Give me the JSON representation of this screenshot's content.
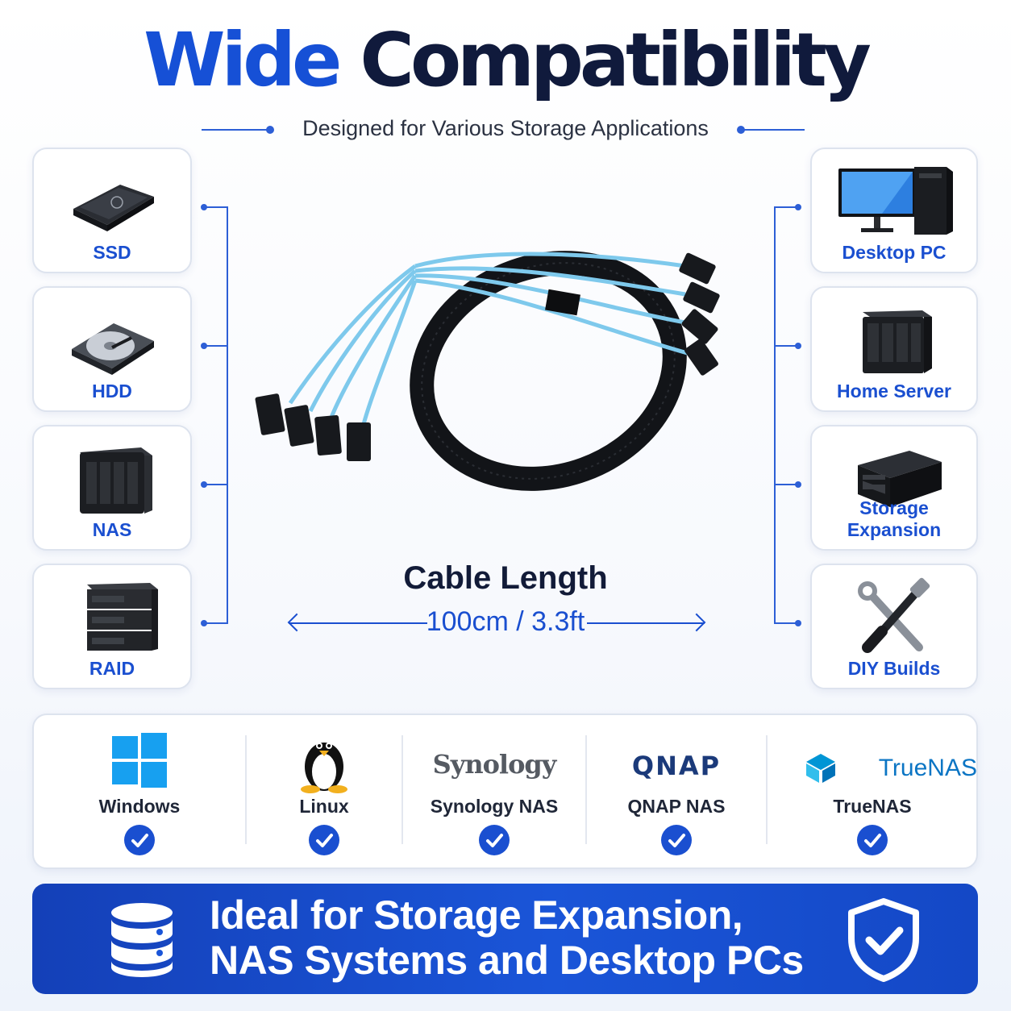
{
  "header": {
    "title_word1": "Wide",
    "title_word2": "Compatibility",
    "subtitle": "Designed for Various Storage Applications"
  },
  "left_devices": [
    {
      "label": "SSD",
      "icon": "ssd-icon"
    },
    {
      "label": "HDD",
      "icon": "hdd-icon"
    },
    {
      "label": "NAS",
      "icon": "nas-icon"
    },
    {
      "label": "RAID",
      "icon": "raid-icon"
    }
  ],
  "right_devices": [
    {
      "label": "Desktop PC",
      "icon": "desktop-pc-icon"
    },
    {
      "label": "Home Server",
      "icon": "home-server-icon"
    },
    {
      "label": "Storage Expansion",
      "icon": "storage-expansion-icon"
    },
    {
      "label": "DIY Builds",
      "icon": "tools-icon"
    }
  ],
  "cable": {
    "title": "Cable Length",
    "value": "100cm / 3.3ft"
  },
  "os_support": [
    {
      "name": "Windows",
      "logo": "windows-logo"
    },
    {
      "name": "Linux",
      "logo": "linux-penguin-logo"
    },
    {
      "name": "Synology NAS",
      "logo": "synology-logo",
      "logo_text": "Synology"
    },
    {
      "name": "QNAP NAS",
      "logo": "qnap-logo",
      "logo_text": "QNAP"
    },
    {
      "name": "TrueNAS",
      "logo": "truenas-logo",
      "logo_text": "TrueNAS"
    }
  ],
  "banner": {
    "line1": "Ideal for Storage Expansion,",
    "line2": "NAS Systems and Desktop PCs",
    "left_icon": "database-icon",
    "right_icon": "shield-check-icon"
  },
  "colors": {
    "accent": "#1a4fd0",
    "title_dark": "#101a3c",
    "banner": "#1448c6"
  }
}
